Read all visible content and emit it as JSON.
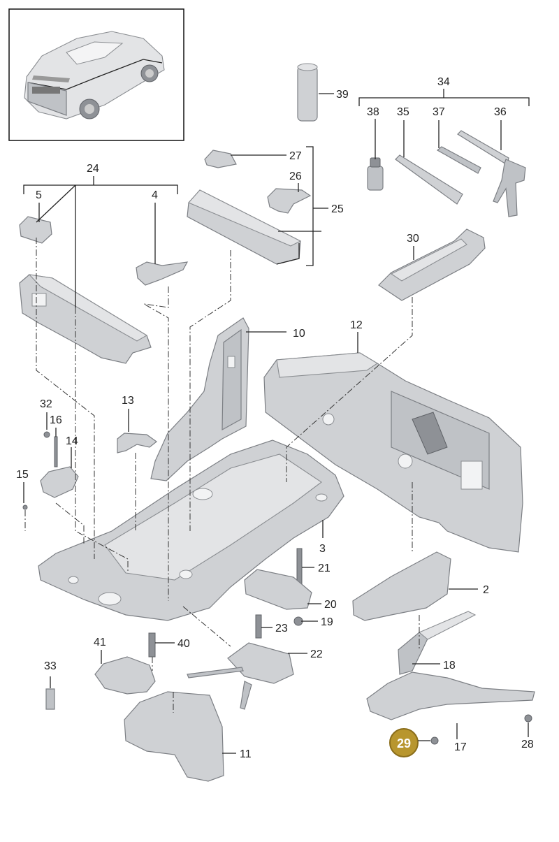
{
  "labels": {
    "l2": "2",
    "l3": "3",
    "l4": "4",
    "l5": "5",
    "l10": "10",
    "l11": "11",
    "l12": "12",
    "l13": "13",
    "l14": "14",
    "l15": "15",
    "l16": "16",
    "l17": "17",
    "l18": "18",
    "l19": "19",
    "l20": "20",
    "l21": "21",
    "l22": "22",
    "l23": "23",
    "l24": "24",
    "l25": "25",
    "l26": "26",
    "l27": "27",
    "l28": "28",
    "l29": "29",
    "l30": "30",
    "l32": "32",
    "l33": "33",
    "l34": "34",
    "l35": "35",
    "l36": "36",
    "l37": "37",
    "l38": "38",
    "l39": "39",
    "l40": "40",
    "l41": "41"
  },
  "highlight": {
    "label": "29",
    "fill": "#b8962e",
    "stroke": "#8a6d1a"
  }
}
